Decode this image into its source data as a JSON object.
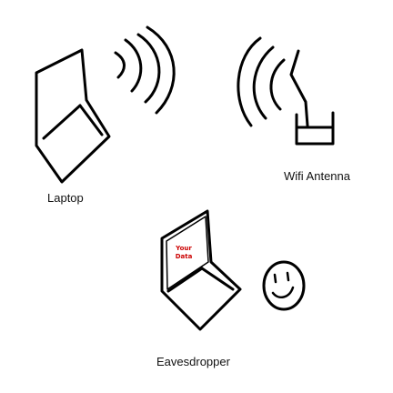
{
  "labels": {
    "laptop": "Laptop",
    "antenna": "Wifi Antenna",
    "eavesdropper": "Eavesdropper"
  },
  "screen": {
    "line1": "Your",
    "line2": "Data",
    "color": "#cc0000"
  },
  "ink_color": "#000000",
  "icons": [
    "laptop-icon",
    "signal-waves-icon",
    "wifi-antenna-icon",
    "eavesdropper-laptop-icon",
    "smiley-face-icon"
  ]
}
